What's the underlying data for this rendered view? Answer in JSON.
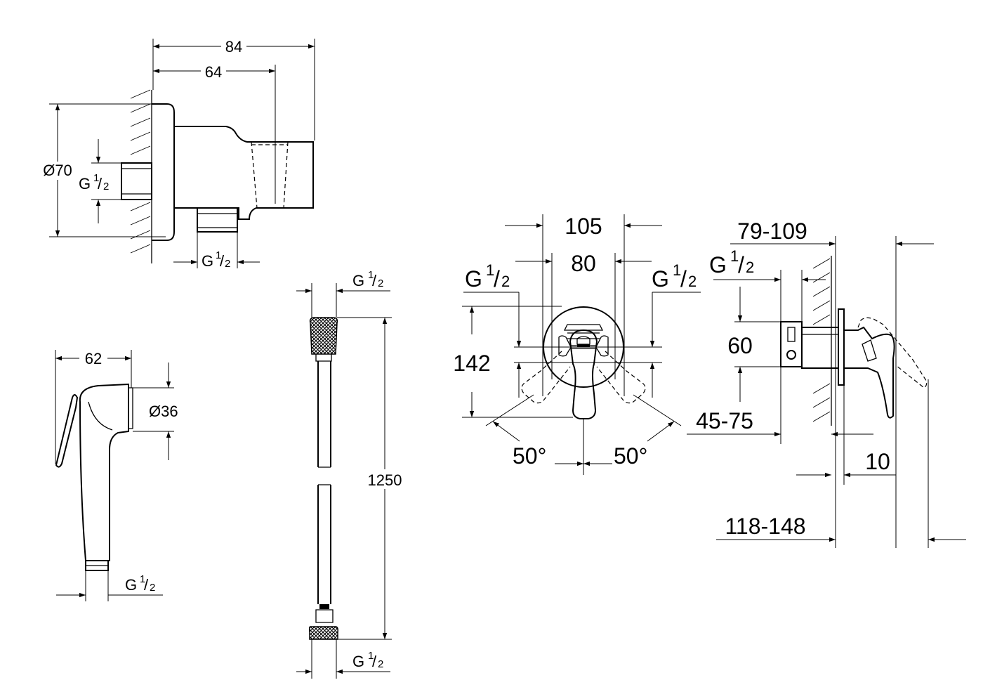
{
  "wall_connector": {
    "dim_width_total": "84",
    "dim_width_inner": "64",
    "dim_diameter": "Ø70",
    "thread_left": {
      "base": "G",
      "num": "1",
      "den": "2"
    },
    "thread_bottom": {
      "base": "G",
      "num": "1",
      "den": "2"
    }
  },
  "hand_shower": {
    "dim_width": "62",
    "dim_diameter": "Ø36",
    "thread": {
      "base": "G",
      "num": "1",
      "den": "2"
    }
  },
  "hose": {
    "dim_length": "1250",
    "thread_top": {
      "base": "G",
      "num": "1",
      "den": "2"
    },
    "thread_bottom": {
      "base": "G",
      "num": "1",
      "den": "2"
    }
  },
  "mixer_front": {
    "dim_outer": "105",
    "dim_inner": "80",
    "dim_height": "142",
    "thread_left": {
      "base": "G",
      "num": "1",
      "den": "2"
    },
    "thread_right": {
      "base": "G",
      "num": "1",
      "den": "2"
    },
    "angle_left": "50°",
    "angle_right": "50°"
  },
  "mixer_side": {
    "dim_top": "79-109",
    "dim_center": "60",
    "dim_depth": "45-75",
    "dim_plate": "10",
    "dim_total": "118-148",
    "thread": {
      "base": "G",
      "num": "1",
      "den": "2"
    }
  }
}
